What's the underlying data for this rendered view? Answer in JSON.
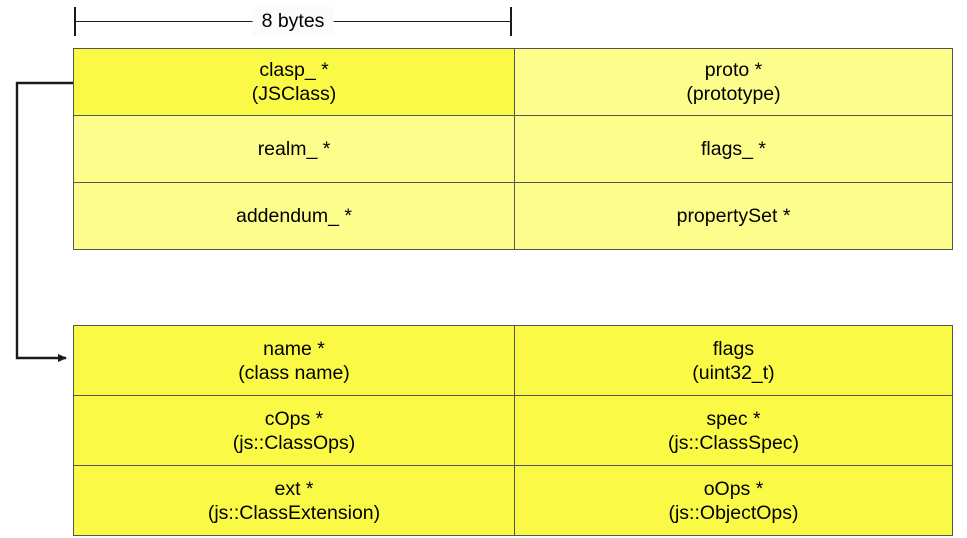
{
  "diagram": {
    "dimension": {
      "label": "8 bytes",
      "tick_left": "dimension-tick-left",
      "tick_right": "dimension-tick-right"
    },
    "colors": {
      "cell_bright": "#fafa46",
      "cell_pale": "#fdfd8c",
      "border": "#555555",
      "arrow": "#1a1a1a",
      "text": "#000000",
      "background": "#ffffff"
    },
    "tables": [
      {
        "id": "jsobject-table",
        "rows": [
          {
            "left": {
              "line1": "clasp_ *",
              "line2": "(JSClass)",
              "fill": "bright"
            },
            "right": {
              "line1": "proto *",
              "line2": "(prototype)",
              "fill": "pale"
            }
          },
          {
            "left": {
              "line1": "realm_ *",
              "line2": "",
              "fill": "pale"
            },
            "right": {
              "line1": "flags_ *",
              "line2": "",
              "fill": "pale"
            }
          },
          {
            "left": {
              "line1": "addendum_ *",
              "line2": "",
              "fill": "pale"
            },
            "right": {
              "line1": "propertySet *",
              "line2": "",
              "fill": "pale"
            }
          }
        ]
      },
      {
        "id": "jsclass-table",
        "rows": [
          {
            "left": {
              "line1": "name *",
              "line2": "(class name)",
              "fill": "bright"
            },
            "right": {
              "line1": "flags",
              "line2": "(uint32_t)",
              "fill": "bright"
            }
          },
          {
            "left": {
              "line1": "cOps *",
              "line2": "(js::ClassOps)",
              "fill": "bright"
            },
            "right": {
              "line1": "spec *",
              "line2": "(js::ClassSpec)",
              "fill": "bright"
            }
          },
          {
            "left": {
              "line1": "ext *",
              "line2": "(js::ClassExtension)",
              "fill": "bright"
            },
            "right": {
              "line1": "oOps *",
              "line2": "(js::ObjectOps)",
              "fill": "bright"
            }
          }
        ]
      }
    ],
    "connector": {
      "name": "clasp-to-jsclass-pointer",
      "from": "clasp_ *",
      "to": "name *"
    }
  }
}
